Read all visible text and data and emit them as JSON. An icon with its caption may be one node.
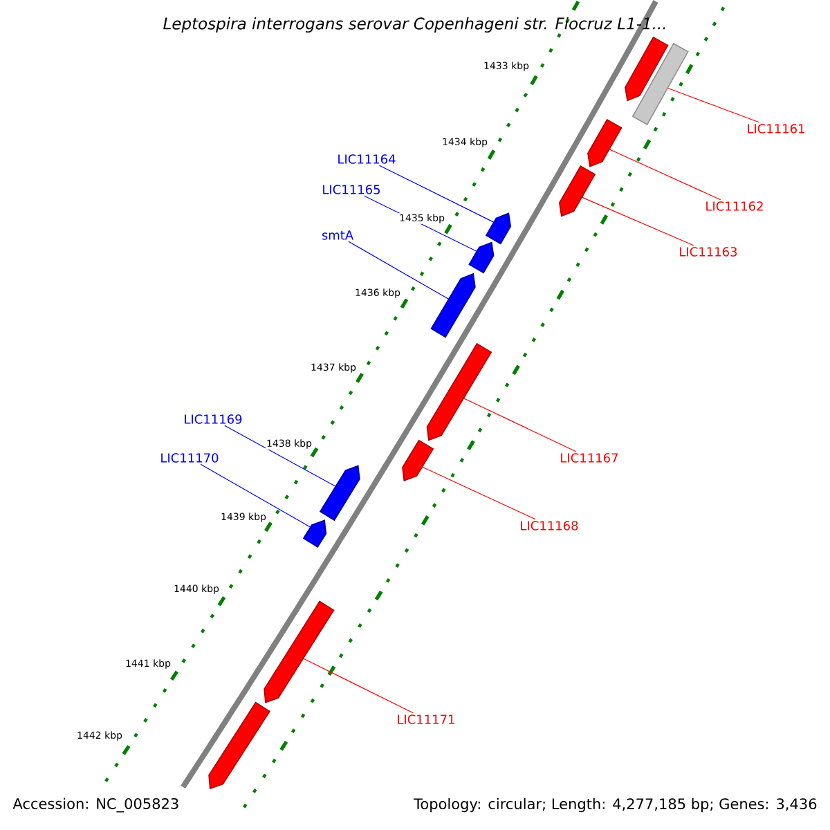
{
  "diagram": {
    "title": "Leptospira interrogans serovar Copenhageni str. Fiocruz L1-1...",
    "nodes": [
      {
        "text": [
          "LIC11161"
        ]
      },
      {
        "text": [
          "LIC11164"
        ]
      },
      {
        "text": [
          "LIC11165"
        ]
      },
      {
        "text": [
          "LIC11162"
        ]
      },
      {
        "text": [
          "smtA"
        ]
      },
      {
        "text": [
          "LIC11163"
        ]
      },
      {
        "text": [
          "LIC11169"
        ]
      },
      {
        "text": [
          "LIC11167"
        ]
      },
      {
        "text": [
          "LIC11170"
        ]
      },
      {
        "text": [
          "LIC11168"
        ]
      },
      {
        "text": [
          "LIC11171"
        ]
      },
      {
        "text": [],
        "shape": "pentagon"
      },
      {
        "text": [],
        "shape": "box"
      },
      {
        "text": [],
        "shape": "pentagon"
      },
      {
        "text": [],
        "shape": "pentagon"
      },
      {
        "text": [],
        "shape": "pentagon"
      },
      {
        "text": [],
        "shape": "pentagon"
      },
      {
        "text": [],
        "shape": "pentagon"
      },
      {
        "text": [],
        "shape": "pentagon"
      },
      {
        "text": [],
        "shape": "pentagon"
      },
      {
        "text": [],
        "shape": "pentagon"
      },
      {
        "text": [],
        "shape": "pentagon"
      },
      {
        "text": [],
        "shape": "pentagon"
      },
      {
        "text": [],
        "shape": "pentagon"
      }
    ],
    "edges": [
      {
        "from": 0,
        "to": 12,
        "arrow": "none"
      },
      {
        "from": 1,
        "to": 15,
        "arrow": "none",
        "color": "#0000ff"
      },
      {
        "from": 2,
        "to": 16,
        "arrow": "none",
        "color": "#0000ff"
      },
      {
        "from": 3,
        "to": 13,
        "arrow": "none"
      },
      {
        "from": 4,
        "to": 17,
        "arrow": "none",
        "color": "#0000ff"
      },
      {
        "from": 5,
        "to": 14,
        "arrow": "none"
      },
      {
        "from": 6,
        "to": 20,
        "arrow": "none",
        "color": "#0000ff"
      },
      {
        "from": 7,
        "to": 18,
        "arrow": "none"
      },
      {
        "from": 8,
        "to": 21,
        "arrow": "none",
        "color": "#0000ff"
      },
      {
        "from": 9,
        "to": 19,
        "arrow": "none"
      },
      {
        "from": 10,
        "to": 22,
        "arrow": "none"
      }
    ],
    "labels": [
      "1433 kbp",
      "1434 kbp",
      "1435 kbp",
      "1436 kbp",
      "1437 kbp",
      "1438 kbp",
      "1439 kbp",
      "1440 kbp",
      "1441 kbp",
      "1442 kbp",
      "Accession: NC_005823",
      "Topology: circular; Length: 4,277,185 bp; Genes: 3,436"
    ]
  }
}
